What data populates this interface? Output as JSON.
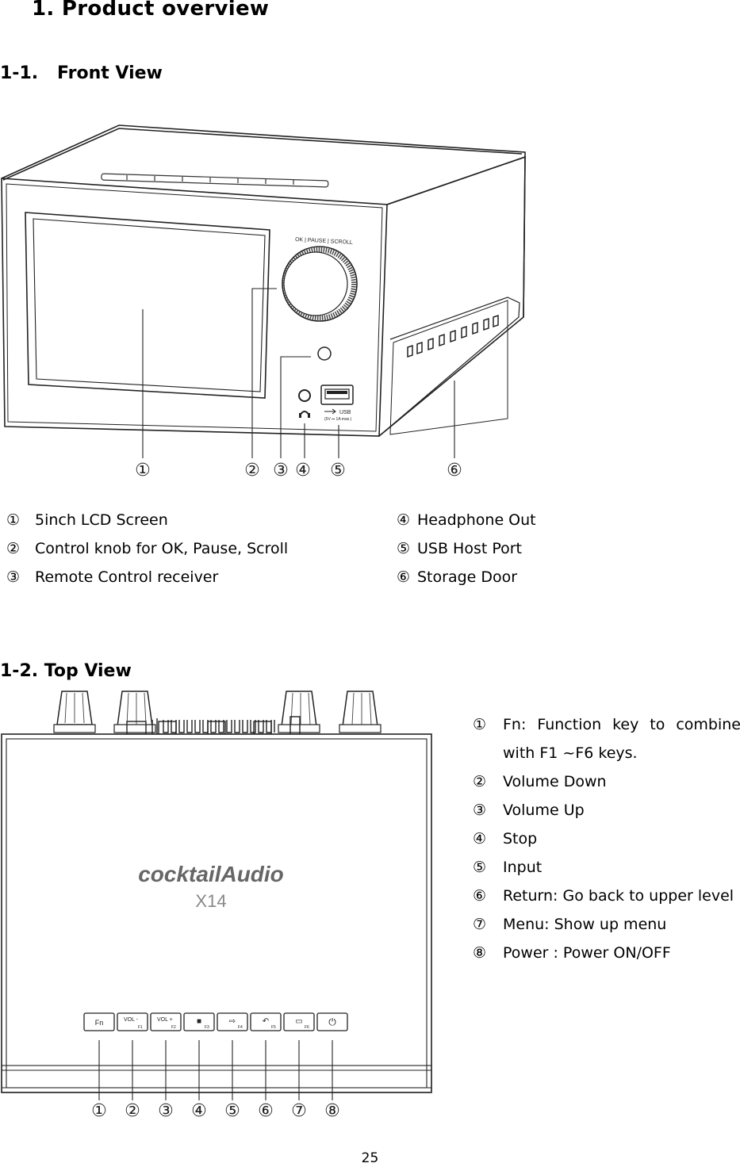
{
  "page": {
    "title": "1. Product overview",
    "page_number": "25"
  },
  "front": {
    "heading_num": "1-1.",
    "heading_text": "Front View",
    "device_labels": {
      "knob": "OK | PAUSE | SCROLL",
      "usb": "USB",
      "usb_spec": "(5V ⎓ 1A max.)"
    },
    "callouts": [
      "①",
      "②",
      "③",
      "④",
      "⑤",
      "⑥"
    ],
    "items_left": [
      {
        "mark": "①",
        "text": "5inch LCD Screen"
      },
      {
        "mark": "②",
        "text": "Control knob for OK, Pause, Scroll"
      },
      {
        "mark": "③",
        "text": "Remote Control receiver"
      }
    ],
    "items_right": [
      {
        "mark": "④",
        "text": "Headphone Out"
      },
      {
        "mark": "⑤",
        "text": "USB Host Port"
      },
      {
        "mark": "⑥",
        "text": "Storage Door"
      }
    ]
  },
  "top": {
    "heading": "1-2. Top View",
    "brand": {
      "logo": "cocktailAudio",
      "model": "X14"
    },
    "keys": [
      "Fn",
      "VOL -",
      "VOL +",
      "■",
      "⇨",
      "↶",
      "▭",
      "⏻"
    ],
    "fkeys": [
      "F1",
      "F2",
      "F3",
      "F4",
      "F5",
      "F6"
    ],
    "callouts": [
      "①",
      "②",
      "③",
      "④",
      "⑤",
      "⑥",
      "⑦",
      "⑧"
    ],
    "items": [
      {
        "mark": "①",
        "text": "Fn:  Function  key  to  combine",
        "cont": "with F1 ~F6 keys."
      },
      {
        "mark": "②",
        "text": "Volume Down"
      },
      {
        "mark": "③",
        "text": "Volume Up"
      },
      {
        "mark": "④",
        "text": "Stop"
      },
      {
        "mark": "⑤",
        "text": "Input"
      },
      {
        "mark": "⑥",
        "text": "Return: Go back to upper level"
      },
      {
        "mark": "⑦",
        "text": "Menu: Show up menu"
      },
      {
        "mark": "⑧",
        "text": "Power : Power ON/OFF"
      }
    ]
  }
}
